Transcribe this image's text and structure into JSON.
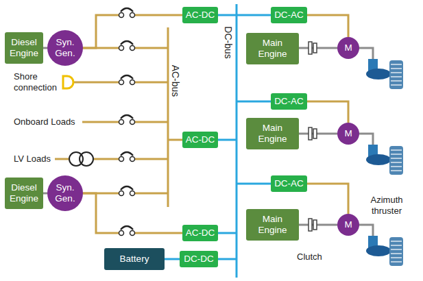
{
  "diagram": {
    "nodes": [
      {
        "text": [
          "Diesel Engine"
        ]
      },
      {
        "text": [
          "Syn. Gen."
        ]
      },
      {
        "text": [
          "AC-DC"
        ]
      },
      {
        "text": [
          "DC-AC"
        ]
      },
      {
        "text": [
          "Main Engine"
        ]
      },
      {
        "text": [
          "M"
        ]
      },
      {
        "text": [
          "AC-DC"
        ]
      },
      {
        "text": [
          "DC-AC"
        ]
      },
      {
        "text": [
          "Main Engine"
        ]
      },
      {
        "text": [
          "M"
        ]
      },
      {
        "text": [
          "Diesel Engine"
        ]
      },
      {
        "text": [
          "Syn. Gen."
        ]
      },
      {
        "text": [
          "DC-AC"
        ]
      },
      {
        "text": [
          "Main Engine"
        ]
      },
      {
        "text": [
          "M"
        ]
      },
      {
        "text": [
          "AC-DC"
        ]
      },
      {
        "text": [
          "Battery"
        ]
      },
      {
        "text": [
          "DC-DC"
        ]
      }
    ],
    "edges": [
      {
        "from": 0,
        "to": 1,
        "arrow": "none"
      },
      {
        "from": 1,
        "to": 2,
        "arrow": "none"
      },
      {
        "from": 3,
        "to": 5,
        "arrow": "none"
      },
      {
        "from": 4,
        "to": 5,
        "arrow": "none"
      },
      {
        "from": 7,
        "to": 9,
        "arrow": "none"
      },
      {
        "from": 8,
        "to": 9,
        "arrow": "none"
      },
      {
        "from": 10,
        "to": 11,
        "arrow": "none"
      },
      {
        "from": 11,
        "to": 15,
        "arrow": "none"
      },
      {
        "from": 12,
        "to": 14,
        "arrow": "none"
      },
      {
        "from": 13,
        "to": 14,
        "arrow": "none"
      },
      {
        "from": 16,
        "to": 17,
        "arrow": "none"
      }
    ],
    "labels": [
      "AC-bus",
      "DC-bus",
      "Shore connection",
      "Onboard Loads",
      "LV Loads",
      "Azimuth thruster",
      "Clutch"
    ]
  }
}
